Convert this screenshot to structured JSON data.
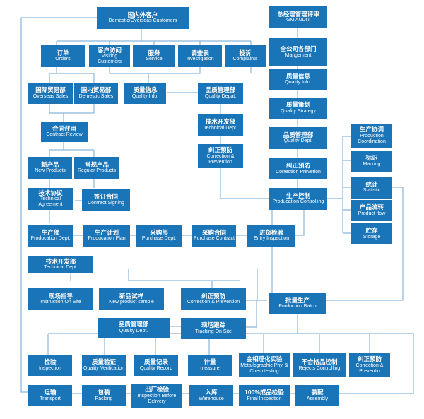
{
  "nodes": {
    "customers": {
      "zh": "国内外客户",
      "en": "Demestic/Overseas Customers"
    },
    "gm_audit": {
      "zh": "总经理管理评审",
      "en": "GM AUDIT"
    },
    "orders": {
      "zh": "订单",
      "en": "Orders"
    },
    "visiting": {
      "zh": "客户访问",
      "en": "Visiting Customers"
    },
    "service": {
      "zh": "服务",
      "en": "Service"
    },
    "investigation": {
      "zh": "调查表",
      "en": "Investigation"
    },
    "complaints": {
      "zh": "投诉",
      "en": "Complaints"
    },
    "mangement": {
      "zh": "全公司各部门",
      "en": "Mangement"
    },
    "overseas_sales": {
      "zh": "国际贸易部",
      "en": "Overseas Sales"
    },
    "domestic_sales": {
      "zh": "国内贸易部",
      "en": "Demestic Sales"
    },
    "quality_info_1": {
      "zh": "质量信息",
      "en": "Quality Info."
    },
    "quality_depat": {
      "zh": "品质管理部",
      "en": "Quality Depat."
    },
    "quality_info_2": {
      "zh": "质量信息",
      "en": "Quality Info."
    },
    "quality_strategy": {
      "zh": "质量策划",
      "en": "Quality Strategy"
    },
    "contract_review": {
      "zh": "合同评审",
      "en": "Contract Review"
    },
    "technical_dept_1": {
      "zh": "技术开发部",
      "en": "Technical Dept."
    },
    "quality_dept_1": {
      "zh": "品质管理部",
      "en": "Quality Dept."
    },
    "production_coord": {
      "zh": "生产协调",
      "en": "Production Coordination"
    },
    "correction_1": {
      "zh": "纠正预防",
      "en": "Correction & Prevention"
    },
    "marking": {
      "zh": "标识",
      "en": "Marking"
    },
    "new_products": {
      "zh": "新产品",
      "en": "New Products"
    },
    "regular_products": {
      "zh": "常规产品",
      "en": "Regular Products"
    },
    "correction_2": {
      "zh": "纠正预防",
      "en": "Correction Prevetion"
    },
    "statistic": {
      "zh": "统计",
      "en": "Statistic"
    },
    "technical_agreement": {
      "zh": "技术协议",
      "en": "Technical Agreement"
    },
    "contract_signing": {
      "zh": "签订合同",
      "en": "Contract Signing"
    },
    "producation_controlling": {
      "zh": "生产控制",
      "en": "Producation Controlling"
    },
    "product_flow": {
      "zh": "产品流转",
      "en": "Product flow"
    },
    "storage": {
      "zh": "贮存",
      "en": "Storage"
    },
    "production_dept": {
      "zh": "生产部",
      "en": "Producation Dept."
    },
    "production_plan": {
      "zh": "生产计划",
      "en": "Producation Plan"
    },
    "purchase_dept": {
      "zh": "采购部",
      "en": "Purchase Dept."
    },
    "purchase_contract": {
      "zh": "采购合同",
      "en": "Purchase Contract"
    },
    "entry_inspection": {
      "zh": "进货检验",
      "en": "Entry Inspection"
    },
    "technical_dept_2": {
      "zh": "技术开发部",
      "en": "Technical Dept."
    },
    "instruction_on_site": {
      "zh": "现场指导",
      "en": "Instruction On Site"
    },
    "new_product_sample": {
      "zh": "新品试样",
      "en": "New product sample"
    },
    "correction_3": {
      "zh": "纠正预防",
      "en": "Correction & Prevention"
    },
    "production_batch": {
      "zh": "批量生产",
      "en": "Production Batch"
    },
    "quality_dept_2": {
      "zh": "品质管理部",
      "en": "Quality Dept."
    },
    "tracking_on_site": {
      "zh": "现场跟踪",
      "en": "Tracking On Site"
    },
    "inspection": {
      "zh": "检验",
      "en": "Inspection"
    },
    "quality_verification": {
      "zh": "质量验证",
      "en": "Quality Verification"
    },
    "quality_record": {
      "zh": "质量记录",
      "en": "Quality Record"
    },
    "measure": {
      "zh": "计量",
      "en": "measure"
    },
    "metallographic": {
      "zh": "金相理化实验",
      "en": "Metallographic Phy. & Chem.testing"
    },
    "rejects_controlling": {
      "zh": "不合格品控制",
      "en": "Rejects Controlling"
    },
    "correction_4": {
      "zh": "纠正预防",
      "en": "Correction & Preventio"
    },
    "transport": {
      "zh": "运输",
      "en": "Transport"
    },
    "packing": {
      "zh": "包装",
      "en": "Packing"
    },
    "inspection_before_delivery": {
      "zh": "出厂检验",
      "en": "Inspection Before Delivery"
    },
    "warehouse": {
      "zh": "入库",
      "en": "Warehouse"
    },
    "final_inspection": {
      "zh": "100%成品检验",
      "en": "Final Inspection"
    },
    "assembly": {
      "zh": "装配",
      "en": "Assembly"
    }
  }
}
